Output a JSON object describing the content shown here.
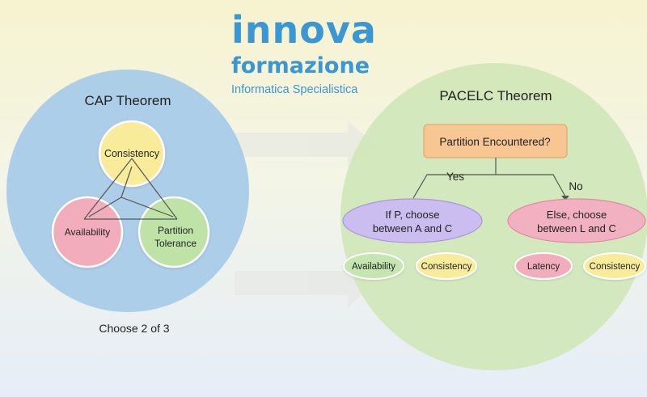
{
  "logo": {
    "line1": "innova",
    "line2": "formazione",
    "line3": "Informatica Specialistica"
  },
  "cap": {
    "title": "CAP Theorem",
    "consistency": "Consistency",
    "availability": "Availability",
    "partition_line1": "Partition",
    "partition_line2": "Tolerance",
    "caption": "Choose 2 of 3"
  },
  "pacelc": {
    "title": "PACELC Theorem",
    "question": "Partition Encountered?",
    "yes_label": "Yes",
    "no_label": "No",
    "if_p_line1": "If P, choose",
    "if_p_line2": "between A and C",
    "else_line1": "Else, choose",
    "else_line2": "between L and C",
    "leaf_availability": "Availability",
    "leaf_consistency_1": "Consistency",
    "leaf_latency": "Latency",
    "leaf_consistency_2": "Consistency"
  },
  "colors": {
    "cap_circle": "#a9cbe8",
    "pacelc_circle": "#d2e7bb",
    "consistency": "#f8ec9a",
    "availability": "#f2adbd",
    "partition": "#bfe3a6",
    "question_box": "#f7c692",
    "choice_ellipse": "#cbbdf0",
    "else_ellipse": "#f2b1c0",
    "logo_blue": "#3a97d4"
  }
}
